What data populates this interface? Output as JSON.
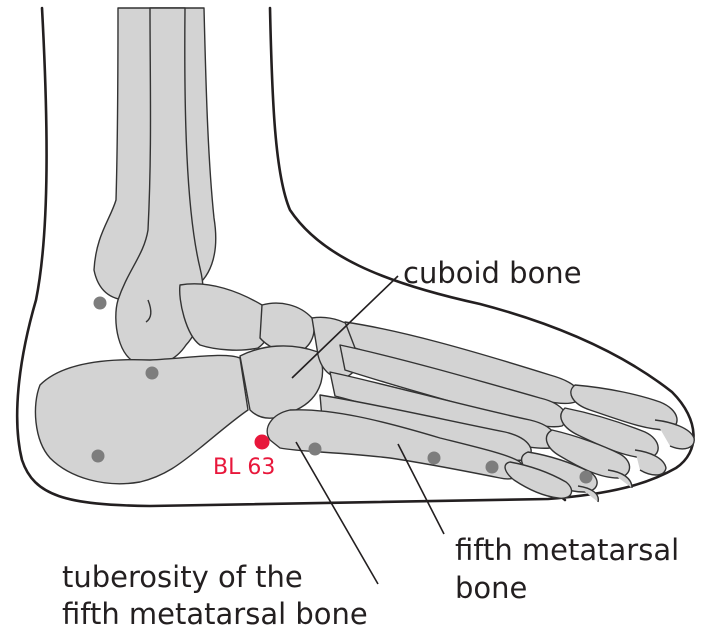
{
  "labels": {
    "cuboid": "cuboid bone",
    "fifth_metatarsal_line1": "fifth metatarsal",
    "fifth_metatarsal_line2": "bone",
    "tuberosity_line1": "tuberosity of the",
    "tuberosity_line2": "fifth metatarsal bone"
  },
  "acupoint": {
    "name": "BL 63",
    "color": "#e8173b"
  },
  "colors": {
    "bone_fill": "#d3d3d3",
    "outline": "#231f20",
    "marker": "#7d7d7d"
  }
}
